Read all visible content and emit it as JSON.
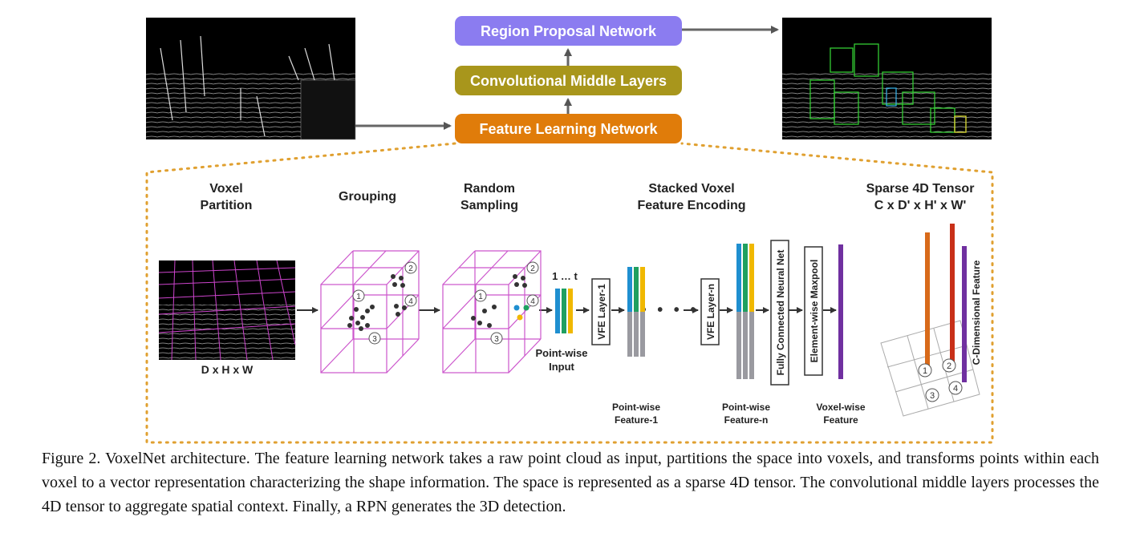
{
  "figure": {
    "top_row": {
      "rpn_label": "Region Proposal Network",
      "cml_label": "Convolutional Middle Layers",
      "fln_label": "Feature Learning Network"
    },
    "stages": {
      "voxel_partition": [
        "Voxel",
        "Partition"
      ],
      "grouping": "Grouping",
      "random_sampling": [
        "Random",
        "Sampling"
      ],
      "stacked_vfe": [
        "Stacked Voxel",
        "Feature Encoding"
      ],
      "sparse_tensor": [
        "Sparse 4D Tensor",
        "C x D' x H' x W'"
      ]
    },
    "labels": {
      "dhw": "D x H x W",
      "one_to_t": "1 … t",
      "pointwise_input": [
        "Point-wise",
        "Input"
      ],
      "vfe_layer_1": "VFE Layer-1",
      "vfe_layer_n": "VFE Layer-n",
      "fc_net": "Fully Connected Neural Net",
      "maxpool": "Element-wise Maxpool",
      "pointwise_feature_1": [
        "Point-wise",
        "Feature-1"
      ],
      "pointwise_feature_n": [
        "Point-wise",
        "Feature-n"
      ],
      "voxelwise_feature": [
        "Voxel-wise",
        "Feature"
      ],
      "c_dim_feature": "C-Dimensional Feature",
      "voxel_ids": [
        "1",
        "2",
        "3",
        "4"
      ]
    },
    "colors": {
      "rpn": "#8b7cf0",
      "cml": "#a8961c",
      "fln": "#e07c0a",
      "voxel_grid": "#cc55cc",
      "dotted": "#e0a030",
      "arrow": "#666666",
      "feat_blue": "#1f8fd0",
      "feat_green": "#1fa060",
      "feat_yellow": "#f0b800",
      "feat_gray": "#9a9aa0",
      "purple": "#7030a0",
      "orange_bar": "#d86a1a",
      "red_bar": "#c83018"
    }
  },
  "caption": "Figure 2. VoxelNet architecture. The feature learning network takes a raw point cloud as input, partitions the space into voxels, and transforms points within each voxel to a vector representation characterizing the shape information. The space is represented as a sparse 4D tensor. The convolutional middle layers processes the 4D tensor to aggregate spatial context. Finally, a RPN generates the 3D detection."
}
